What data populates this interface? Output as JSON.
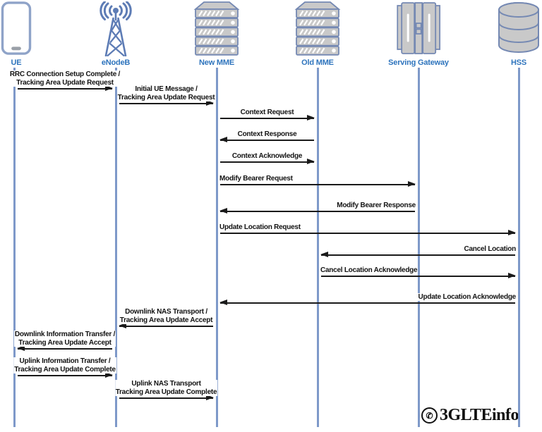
{
  "entities": [
    {
      "name": "UE",
      "icon": "phone-icon"
    },
    {
      "name": "eNodeB",
      "icon": "antenna-tower-icon"
    },
    {
      "name": "New MME",
      "icon": "server-stack-icon"
    },
    {
      "name": "Old MME",
      "icon": "server-stack-icon"
    },
    {
      "name": "Serving Gateway",
      "icon": "gateway-servers-icon"
    },
    {
      "name": "HSS",
      "icon": "database-icon"
    }
  ],
  "messages": [
    {
      "from": "UE",
      "to": "eNodeB",
      "lines": [
        "RRC Connection Setup Complete /",
        "Tracking Area Update Request"
      ]
    },
    {
      "from": "eNodeB",
      "to": "New MME",
      "lines": [
        "Initial UE Message /",
        "Tracking Area Update Request"
      ]
    },
    {
      "from": "New MME",
      "to": "Old MME",
      "lines": [
        "Context Request"
      ]
    },
    {
      "from": "Old MME",
      "to": "New MME",
      "lines": [
        "Context Response"
      ]
    },
    {
      "from": "New MME",
      "to": "Old MME",
      "lines": [
        "Context Acknowledge"
      ]
    },
    {
      "from": "New MME",
      "to": "Serving Gateway",
      "lines": [
        "Modify Bearer Request"
      ]
    },
    {
      "from": "Serving Gateway",
      "to": "New MME",
      "lines": [
        "Modify Bearer Response"
      ]
    },
    {
      "from": "New MME",
      "to": "HSS",
      "lines": [
        "Update Location Request"
      ]
    },
    {
      "from": "HSS",
      "to": "Old MME",
      "lines": [
        "Cancel Location"
      ]
    },
    {
      "from": "Old MME",
      "to": "HSS",
      "lines": [
        "Cancel Location Acknowledge"
      ]
    },
    {
      "from": "HSS",
      "to": "New MME",
      "lines": [
        "Update Location Acknowledge"
      ]
    },
    {
      "from": "New MME",
      "to": "eNodeB",
      "lines": [
        "Downlink NAS Transport /",
        "Tracking Area Update Accept"
      ]
    },
    {
      "from": "eNodeB",
      "to": "UE",
      "lines": [
        "Downlink Information Transfer /",
        "Tracking Area Update Accept"
      ]
    },
    {
      "from": "UE",
      "to": "eNodeB",
      "lines": [
        "Uplink Information Transfer /",
        "Tracking Area Update Complete"
      ]
    },
    {
      "from": "eNodeB",
      "to": "New MME",
      "lines": [
        "Uplink NAS Transport",
        "Tracking Area Update Complete"
      ]
    }
  ],
  "branding": {
    "logo_text": "3GLTEinfo",
    "logo_icon": "telephone-circle-icon"
  },
  "colors": {
    "entity_label": "#2E74BD",
    "lifeline": "#7E99C9",
    "arrow": "#1A1A1A",
    "icon_stroke": "#7589B3",
    "icon_fill": "#C9C9C9",
    "tower_stroke": "#5D7CB5",
    "logo_color": "#0E0E0E"
  }
}
